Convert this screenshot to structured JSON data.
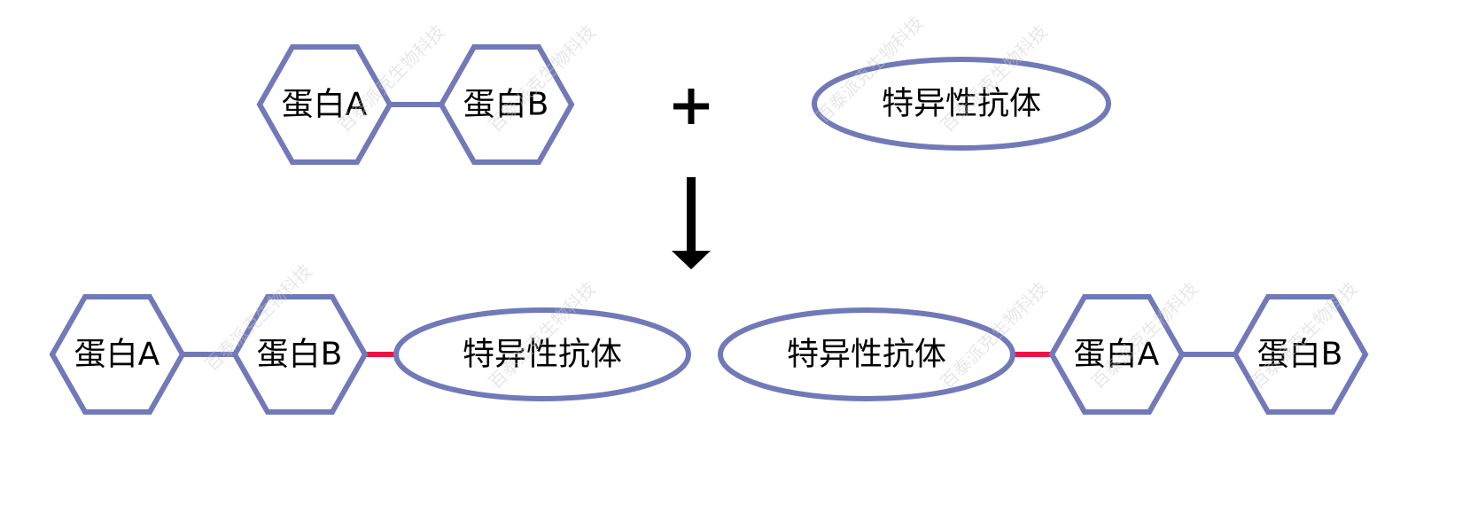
{
  "colors": {
    "outline": "#7179b8",
    "bond": "#ee1144",
    "arrow": "#000000"
  },
  "top": {
    "protein_a": "蛋白A",
    "protein_b": "蛋白B",
    "plus": "+",
    "antibody": "特异性抗体"
  },
  "bottom_left": {
    "protein_a": "蛋白A",
    "protein_b": "蛋白B",
    "antibody": "特异性抗体"
  },
  "bottom_right": {
    "antibody": "特异性抗体",
    "protein_a": "蛋白A",
    "protein_b": "蛋白B"
  },
  "watermark": "百泰派克生物科技"
}
